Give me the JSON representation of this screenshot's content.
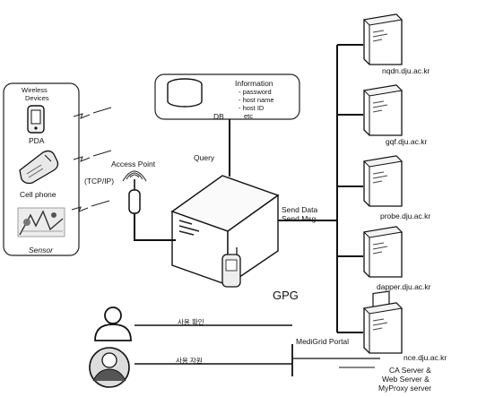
{
  "wireless_group": {
    "title_lines": [
      "Wireless",
      "Devices"
    ],
    "pda_label": "PDA",
    "phone_label": "Cell phone",
    "sensor_label": "Sensor"
  },
  "access_point": {
    "label": "Access Point",
    "protocol": "(TCP/IP)"
  },
  "db": {
    "label": "DB",
    "info_title": "Information",
    "info_items": [
      "- password",
      "- host name",
      "- host ID",
      "etc"
    ]
  },
  "query_label": "Query",
  "send_lines": [
    "Send Data",
    "Send Msg"
  ],
  "gpg_label": "GPG",
  "servers": [
    {
      "label": "nqdn.dju.ac.kr"
    },
    {
      "label": "gqf.dju.ac.kr"
    },
    {
      "label": "probe.dju.ac.kr"
    },
    {
      "label": "dapper.dju.ac.kr"
    },
    {
      "label": "nce.dju.ac.kr"
    }
  ],
  "user_labels": [
    "사용 확인",
    "사용 자원"
  ],
  "portal_label": "MediGrid Portal",
  "ca_lines": [
    "CA Server &",
    "Web Server &",
    "MyProxy server"
  ]
}
